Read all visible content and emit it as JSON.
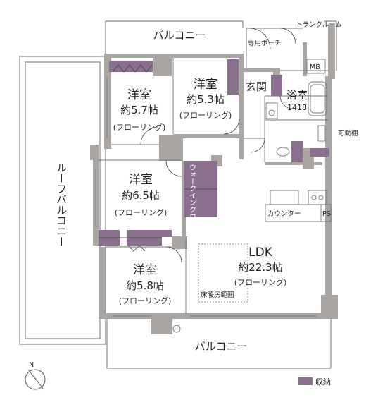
{
  "plan": {
    "top_balcony": "バルコニー",
    "private_porch": "専用ポーチ",
    "trunk_room": "トランクルーム",
    "mb": "MB",
    "entrance": "玄関",
    "bath": {
      "name": "浴室",
      "size": "1418"
    },
    "movable_shelf": "可動棚",
    "roof_balcony": "ルーフバルコニー",
    "bottom_balcony": "バルコニー",
    "walk_in_closet": "ウォークインクローゼット",
    "counter": "カウンター",
    "ps": "PS",
    "floor_heating": "床暖房範囲",
    "rooms": [
      {
        "name": "洋室",
        "size": "約5.7帖",
        "floor": "(フローリング)"
      },
      {
        "name": "洋室",
        "size": "約5.3帖",
        "floor": "(フローリング)"
      },
      {
        "name": "洋室",
        "size": "約6.5帖",
        "floor": "(フローリング)"
      },
      {
        "name": "洋室",
        "size": "約5.8帖",
        "floor": "(フローリング)"
      }
    ],
    "ldk": {
      "name": "LDK",
      "size": "約22.3帖",
      "floor": "(フローリング)"
    },
    "compass": "N",
    "legend": "収納"
  },
  "colors": {
    "wall": "#a9a5a3",
    "storage": "#8b6f8e"
  }
}
